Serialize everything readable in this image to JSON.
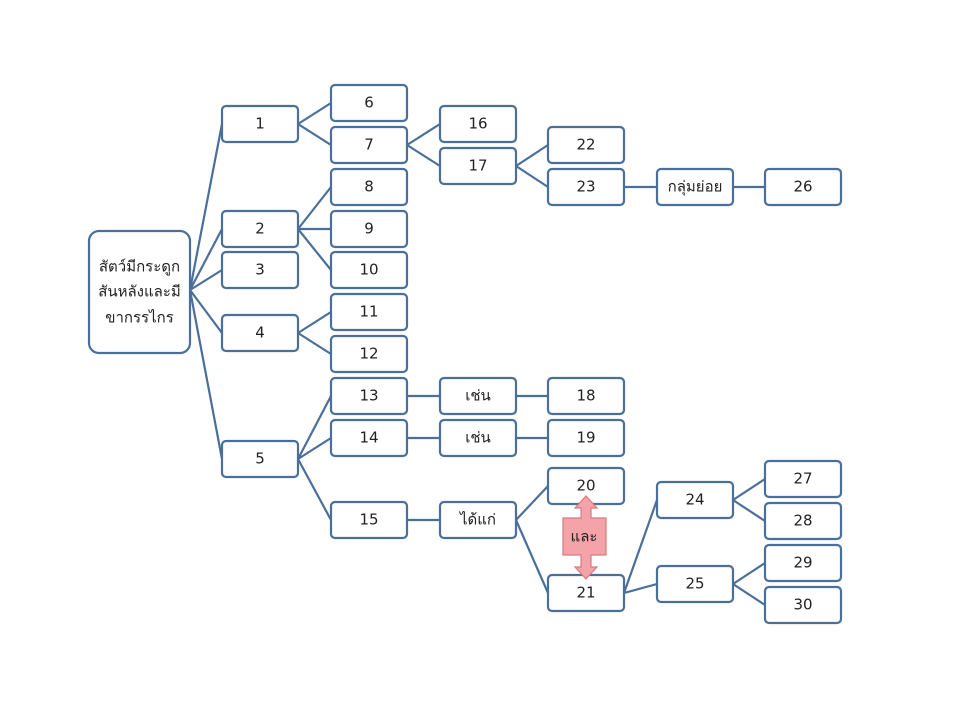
{
  "colors": {
    "node_border": "#4a6f9a",
    "edge": "#4a6f9a",
    "connector_fill": "#f4a3a8"
  },
  "nodes": {
    "root_line1": "สัตว์มีกระดูก",
    "root_line2": "สันหลังและมี",
    "root_line3": "ขากรรไกร",
    "n1": "1",
    "n2": "2",
    "n3": "3",
    "n4": "4",
    "n5": "5",
    "n6": "6",
    "n7": "7",
    "n8": "8",
    "n9": "9",
    "n10": "10",
    "n11": "11",
    "n12": "12",
    "n13": "13",
    "n14": "14",
    "n15": "15",
    "n16": "16",
    "n17": "17",
    "n18": "18",
    "n19": "19",
    "n20": "20",
    "n21": "21",
    "n22": "22",
    "n23": "23",
    "n24": "24",
    "n25": "25",
    "n26": "26",
    "n27": "27",
    "n28": "28",
    "n29": "29",
    "n30": "30",
    "eg_13": "เช่น",
    "eg_14": "เช่น",
    "includes_15": "ได้แก่",
    "subgroup_23": "กลุ่มย่อย"
  },
  "connector": {
    "label": "และ",
    "icon": "double-arrow-icon"
  }
}
